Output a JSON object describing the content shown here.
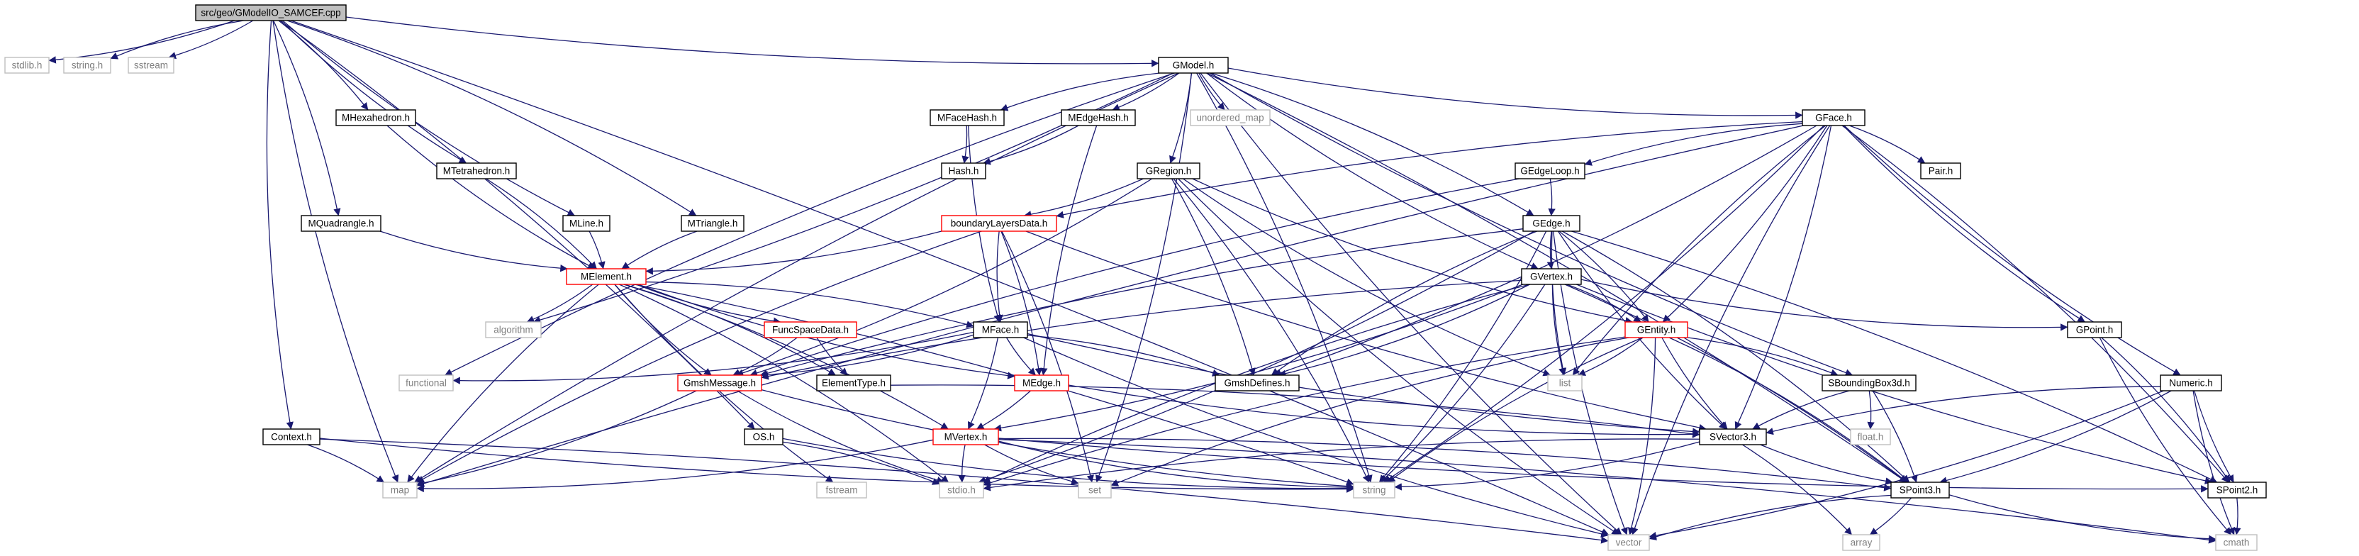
{
  "diagram": {
    "colors": {
      "edge": "#191970",
      "current_fill": "#bfbfbf",
      "partial_border": "#ff0000",
      "system_border": "#bfbfbf",
      "system_text": "#7f7f7f"
    },
    "nodes": [
      {
        "id": "root",
        "label": "src/geo/GModelIO_SAMCEF.cpp",
        "kind": "current"
      },
      {
        "id": "stdlib",
        "label": "stdlib.h",
        "kind": "system"
      },
      {
        "id": "stringh",
        "label": "string.h",
        "kind": "system"
      },
      {
        "id": "sstream",
        "label": "sstream",
        "kind": "system"
      },
      {
        "id": "gmodel",
        "label": "GModel.h",
        "kind": "file"
      },
      {
        "id": "mhexa",
        "label": "MHexahedron.h",
        "kind": "file"
      },
      {
        "id": "mtetra",
        "label": "MTetrahedron.h",
        "kind": "file"
      },
      {
        "id": "mquad",
        "label": "MQuadrangle.h",
        "kind": "file"
      },
      {
        "id": "mline",
        "label": "MLine.h",
        "kind": "file"
      },
      {
        "id": "mtri",
        "label": "MTriangle.h",
        "kind": "file"
      },
      {
        "id": "context",
        "label": "Context.h",
        "kind": "file"
      },
      {
        "id": "osh",
        "label": "OS.h",
        "kind": "file"
      },
      {
        "id": "mfacehash",
        "label": "MFaceHash.h",
        "kind": "file"
      },
      {
        "id": "medgehash",
        "label": "MEdgeHash.h",
        "kind": "file"
      },
      {
        "id": "unmap",
        "label": "unordered_map",
        "kind": "system"
      },
      {
        "id": "hashh",
        "label": "Hash.h",
        "kind": "file"
      },
      {
        "id": "gregion",
        "label": "GRegion.h",
        "kind": "file"
      },
      {
        "id": "gface",
        "label": "GFace.h",
        "kind": "file"
      },
      {
        "id": "gedgeloop",
        "label": "GEdgeLoop.h",
        "kind": "file"
      },
      {
        "id": "pair",
        "label": "Pair.h",
        "kind": "file"
      },
      {
        "id": "bld",
        "label": "boundaryLayersData.h",
        "kind": "partial"
      },
      {
        "id": "melement",
        "label": "MElement.h",
        "kind": "partial"
      },
      {
        "id": "gedge",
        "label": "GEdge.h",
        "kind": "file"
      },
      {
        "id": "gvertex",
        "label": "GVertex.h",
        "kind": "file"
      },
      {
        "id": "gentity",
        "label": "GEntity.h",
        "kind": "partial"
      },
      {
        "id": "gpoint",
        "label": "GPoint.h",
        "kind": "file"
      },
      {
        "id": "algorithm",
        "label": "algorithm",
        "kind": "system"
      },
      {
        "id": "funcspace",
        "label": "FuncSpaceData.h",
        "kind": "partial"
      },
      {
        "id": "mface",
        "label": "MFace.h",
        "kind": "file"
      },
      {
        "id": "functional",
        "label": "functional",
        "kind": "system"
      },
      {
        "id": "gmshmsg",
        "label": "GmshMessage.h",
        "kind": "partial"
      },
      {
        "id": "elemtype",
        "label": "ElementType.h",
        "kind": "file"
      },
      {
        "id": "medge",
        "label": "MEdge.h",
        "kind": "partial"
      },
      {
        "id": "gmshdef",
        "label": "GmshDefines.h",
        "kind": "file"
      },
      {
        "id": "list",
        "label": "list",
        "kind": "system"
      },
      {
        "id": "sbbox",
        "label": "SBoundingBox3d.h",
        "kind": "file"
      },
      {
        "id": "numeric",
        "label": "Numeric.h",
        "kind": "file"
      },
      {
        "id": "mvertex",
        "label": "MVertex.h",
        "kind": "partial"
      },
      {
        "id": "svector",
        "label": "SVector3.h",
        "kind": "file"
      },
      {
        "id": "floath",
        "label": "float.h",
        "kind": "system"
      },
      {
        "id": "map",
        "label": "map",
        "kind": "system"
      },
      {
        "id": "fstream",
        "label": "fstream",
        "kind": "system"
      },
      {
        "id": "stdio",
        "label": "stdio.h",
        "kind": "system"
      },
      {
        "id": "set",
        "label": "set",
        "kind": "system"
      },
      {
        "id": "string",
        "label": "string",
        "kind": "system"
      },
      {
        "id": "spoint3",
        "label": "SPoint3.h",
        "kind": "file"
      },
      {
        "id": "spoint2",
        "label": "SPoint2.h",
        "kind": "file"
      },
      {
        "id": "vector",
        "label": "vector",
        "kind": "system"
      },
      {
        "id": "array",
        "label": "array",
        "kind": "system"
      },
      {
        "id": "cmath",
        "label": "cmath",
        "kind": "system"
      }
    ],
    "edges": [
      [
        "root",
        "stdlib"
      ],
      [
        "root",
        "stringh"
      ],
      [
        "root",
        "sstream"
      ],
      [
        "root",
        "gmodel"
      ],
      [
        "root",
        "mhexa"
      ],
      [
        "root",
        "mtetra"
      ],
      [
        "root",
        "mquad"
      ],
      [
        "root",
        "mline"
      ],
      [
        "root",
        "mtri"
      ],
      [
        "root",
        "context"
      ],
      [
        "root",
        "osh"
      ],
      [
        "root",
        "map"
      ],
      [
        "root",
        "vector"
      ],
      [
        "gmodel",
        "mfacehash"
      ],
      [
        "gmodel",
        "medgehash"
      ],
      [
        "gmodel",
        "unmap"
      ],
      [
        "gmodel",
        "gregion"
      ],
      [
        "gmodel",
        "gface"
      ],
      [
        "gmodel",
        "gedge"
      ],
      [
        "gmodel",
        "gvertex"
      ],
      [
        "gmodel",
        "algorithm"
      ],
      [
        "gmodel",
        "functional"
      ],
      [
        "gmodel",
        "set"
      ],
      [
        "gmodel",
        "map"
      ],
      [
        "gmodel",
        "string"
      ],
      [
        "gmodel",
        "vector"
      ],
      [
        "gmodel",
        "spoint3"
      ],
      [
        "gmodel",
        "sbbox"
      ],
      [
        "mfacehash",
        "hashh"
      ],
      [
        "mfacehash",
        "mface"
      ],
      [
        "medgehash",
        "hashh"
      ],
      [
        "medgehash",
        "medge"
      ],
      [
        "gregion",
        "bld"
      ],
      [
        "gregion",
        "gentity"
      ],
      [
        "gregion",
        "gmshdef"
      ],
      [
        "gregion",
        "list"
      ],
      [
        "gregion",
        "string"
      ],
      [
        "gregion",
        "vector"
      ],
      [
        "gregion",
        "gmshmsg"
      ],
      [
        "gface",
        "gedgeloop"
      ],
      [
        "gface",
        "pair"
      ],
      [
        "gface",
        "bld"
      ],
      [
        "gface",
        "gentity"
      ],
      [
        "gface",
        "gpoint"
      ],
      [
        "gface",
        "svector"
      ],
      [
        "gface",
        "numeric"
      ],
      [
        "gface",
        "spoint2"
      ],
      [
        "gface",
        "list"
      ],
      [
        "gface",
        "string"
      ],
      [
        "gface",
        "vector"
      ],
      [
        "gface",
        "gmshdef"
      ],
      [
        "gface",
        "map"
      ],
      [
        "gedgeloop",
        "gedge"
      ],
      [
        "gedgeloop",
        "gmshmsg"
      ],
      [
        "bld",
        "melement"
      ],
      [
        "bld",
        "mface"
      ],
      [
        "bld",
        "medge"
      ],
      [
        "bld",
        "svector"
      ],
      [
        "bld",
        "set"
      ],
      [
        "bld",
        "map"
      ],
      [
        "melement",
        "algorithm"
      ],
      [
        "melement",
        "funcspace"
      ],
      [
        "melement",
        "mface"
      ],
      [
        "melement",
        "gmshmsg"
      ],
      [
        "melement",
        "elemtype"
      ],
      [
        "melement",
        "medge"
      ],
      [
        "melement",
        "mvertex"
      ],
      [
        "melement",
        "fstream"
      ],
      [
        "melement",
        "string"
      ],
      [
        "melement",
        "map"
      ],
      [
        "melement",
        "stdio"
      ],
      [
        "gedge",
        "gvertex"
      ],
      [
        "gedge",
        "gentity"
      ],
      [
        "gedge",
        "gmshdef"
      ],
      [
        "gedge",
        "spoint3"
      ],
      [
        "gedge",
        "svector"
      ],
      [
        "gedge",
        "spoint2"
      ],
      [
        "gedge",
        "list"
      ],
      [
        "gedge",
        "string"
      ],
      [
        "gedge",
        "vector"
      ],
      [
        "gedge",
        "stdio"
      ],
      [
        "gedge",
        "gmshmsg"
      ],
      [
        "gvertex",
        "gentity"
      ],
      [
        "gvertex",
        "gpoint"
      ],
      [
        "gvertex",
        "gmshdef"
      ],
      [
        "gvertex",
        "spoint2"
      ],
      [
        "gvertex",
        "spoint3"
      ],
      [
        "gvertex",
        "list"
      ],
      [
        "gvertex",
        "string"
      ],
      [
        "gvertex",
        "stdio"
      ],
      [
        "gvertex",
        "mvertex"
      ],
      [
        "gvertex",
        "gmshmsg"
      ],
      [
        "gentity",
        "list"
      ],
      [
        "gentity",
        "string"
      ],
      [
        "gentity",
        "vector"
      ],
      [
        "gentity",
        "set"
      ],
      [
        "gentity",
        "sbbox"
      ],
      [
        "gentity",
        "svector"
      ],
      [
        "gentity",
        "spoint3"
      ],
      [
        "gentity",
        "stdio"
      ],
      [
        "gpoint",
        "spoint2"
      ],
      [
        "gpoint",
        "cmath"
      ],
      [
        "funcspace",
        "gmshmsg"
      ],
      [
        "funcspace",
        "elemtype"
      ],
      [
        "mface",
        "gmshdef"
      ],
      [
        "mface",
        "medge"
      ],
      [
        "mface",
        "mvertex"
      ],
      [
        "mface",
        "svector"
      ],
      [
        "mface",
        "functional"
      ],
      [
        "mface",
        "vector"
      ],
      [
        "mface",
        "gmshmsg"
      ],
      [
        "gmshmsg",
        "string"
      ],
      [
        "gmshmsg",
        "map"
      ],
      [
        "gmshmsg",
        "stdio"
      ],
      [
        "medge",
        "mvertex"
      ],
      [
        "medge",
        "svector"
      ],
      [
        "elemtype",
        "svector"
      ],
      [
        "mvertex",
        "spoint2"
      ],
      [
        "mvertex",
        "spoint3"
      ],
      [
        "mvertex",
        "set"
      ],
      [
        "mvertex",
        "map"
      ],
      [
        "mvertex",
        "stdio"
      ],
      [
        "mvertex",
        "cmath"
      ],
      [
        "mvertex",
        "string"
      ],
      [
        "sbbox",
        "floath"
      ],
      [
        "sbbox",
        "svector"
      ],
      [
        "sbbox",
        "spoint3"
      ],
      [
        "svector",
        "spoint3"
      ],
      [
        "svector",
        "string"
      ],
      [
        "svector",
        "stdio"
      ],
      [
        "svector",
        "array"
      ],
      [
        "spoint3",
        "vector"
      ],
      [
        "spoint3",
        "array"
      ],
      [
        "spoint3",
        "cmath"
      ],
      [
        "spoint2",
        "cmath"
      ],
      [
        "numeric",
        "svector"
      ],
      [
        "numeric",
        "spoint3"
      ],
      [
        "numeric",
        "spoint2"
      ],
      [
        "numeric",
        "vector"
      ],
      [
        "numeric",
        "cmath"
      ],
      [
        "context",
        "map"
      ],
      [
        "context",
        "string"
      ],
      [
        "context",
        "vector"
      ],
      [
        "osh",
        "string"
      ],
      [
        "osh",
        "stdio"
      ],
      [
        "mhexa",
        "melement"
      ],
      [
        "mtetra",
        "melement"
      ],
      [
        "mquad",
        "melement"
      ],
      [
        "mline",
        "melement"
      ],
      [
        "mtri",
        "melement"
      ]
    ]
  }
}
